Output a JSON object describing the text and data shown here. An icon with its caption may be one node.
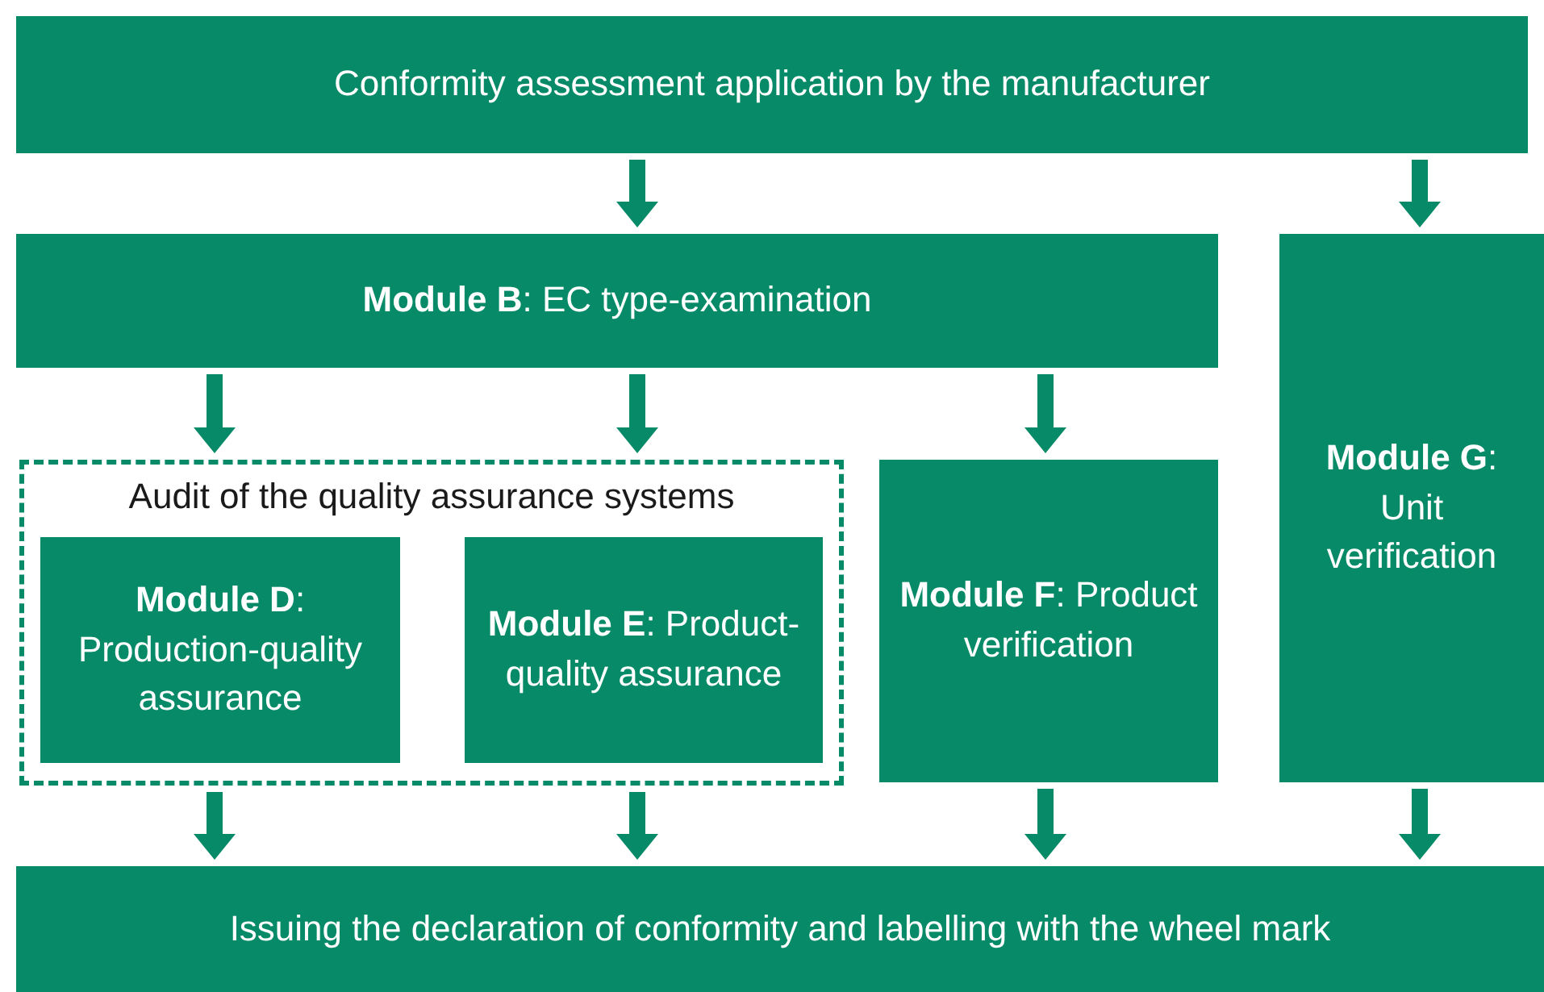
{
  "diagram": {
    "nodes": [
      {
        "text": [
          "Conformity assessment application by the manufacturer"
        ]
      },
      {
        "text": [
          "**Module B**: EC type-examination"
        ]
      },
      {
        "text": [
          "**Module G**: Unit verification"
        ]
      },
      {
        "text": [
          "Audit of the quality assurance systems"
        ]
      },
      {
        "text": [
          "**Module D**: Production-quality assurance"
        ],
        "in": 3
      },
      {
        "text": [
          "**Module E**: Product-quality assurance"
        ],
        "in": 3
      },
      {
        "text": [
          "**Module F**: Product verification"
        ]
      },
      {
        "text": [
          "Issuing the declaration of conformity and labelling with the wheel mark"
        ]
      }
    ],
    "edges": [
      {
        "from": 0,
        "to": 1,
        "arrow": "to"
      },
      {
        "from": 0,
        "to": 2,
        "arrow": "to"
      },
      {
        "from": 1,
        "to": 3,
        "arrow": "to"
      },
      {
        "from": 1,
        "to": 3,
        "arrow": "to"
      },
      {
        "from": 1,
        "to": 6,
        "arrow": "to"
      },
      {
        "from": 3,
        "to": 7,
        "arrow": "to"
      },
      {
        "from": 3,
        "to": 7,
        "arrow": "to"
      },
      {
        "from": 6,
        "to": 7,
        "arrow": "to"
      },
      {
        "from": 2,
        "to": 7,
        "arrow": "to"
      }
    ]
  }
}
